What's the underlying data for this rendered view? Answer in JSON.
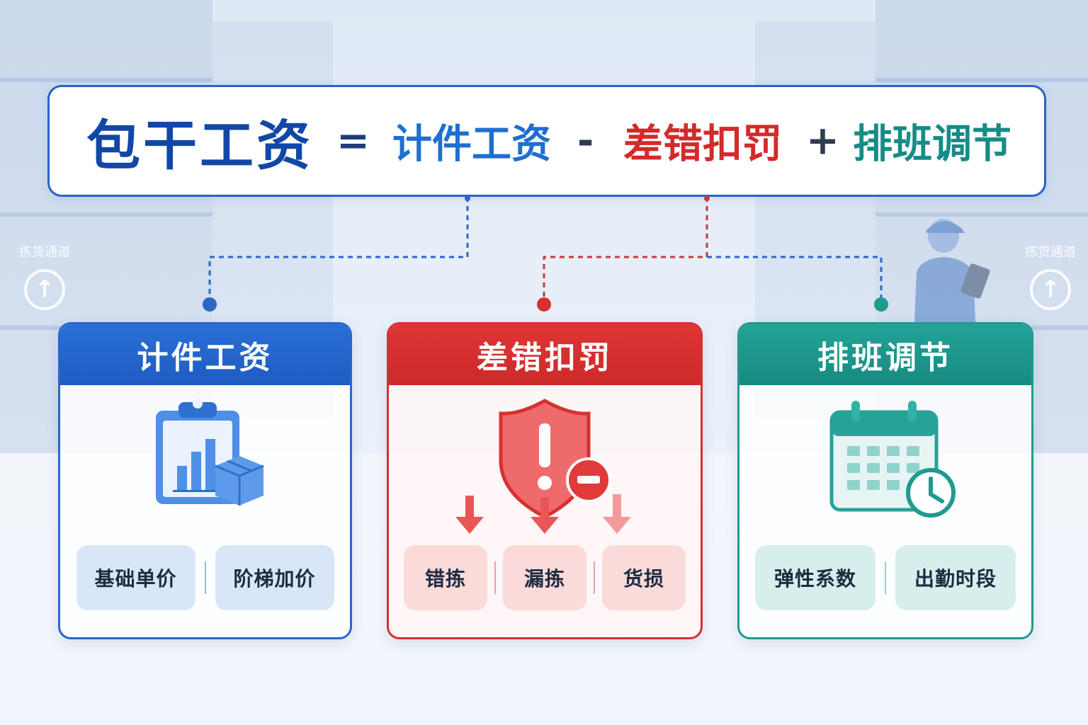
{
  "formula": {
    "main": "包干工资",
    "equals": "=",
    "term1": "计件工资",
    "minus": "-",
    "term2": "差错扣罚",
    "plus": "+",
    "term3": "排班调节"
  },
  "background": {
    "sign_left": "拣货通道",
    "sign_right": "拣货通道"
  },
  "cards": [
    {
      "title": "计件工资",
      "icon": "clipboard-chart-box-icon",
      "color": "#1f63c9",
      "items": [
        "基础单价",
        "阶梯加价"
      ]
    },
    {
      "title": "差错扣罚",
      "icon": "shield-alert-minus-icon",
      "color": "#d63131",
      "items": [
        "错拣",
        "漏拣",
        "货损"
      ]
    },
    {
      "title": "排班调节",
      "icon": "calendar-clock-icon",
      "color": "#1f9a8f",
      "items": [
        "弹性系数",
        "出勤时段"
      ]
    }
  ]
}
